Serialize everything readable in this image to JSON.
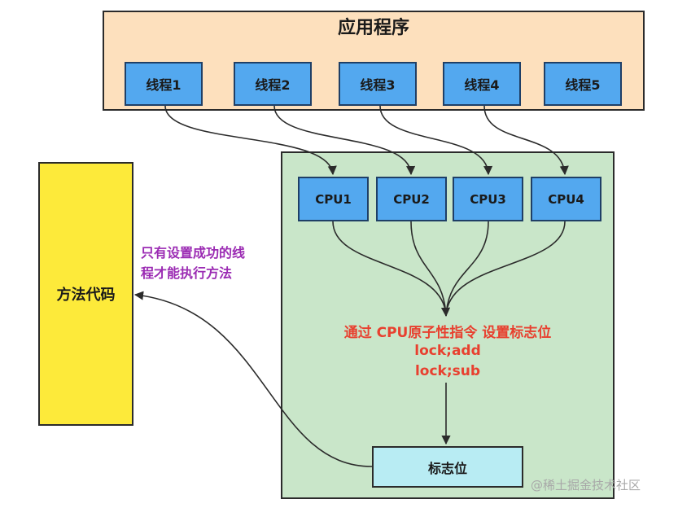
{
  "app": {
    "title": "应用程序"
  },
  "threads": [
    "线程1",
    "线程2",
    "线程3",
    "线程4",
    "线程5"
  ],
  "cpus": [
    "CPU1",
    "CPU2",
    "CPU3",
    "CPU4"
  ],
  "method": {
    "label": "方法代码"
  },
  "note": {
    "line1": "只有设置成功的线",
    "line2": "程才能执行方法"
  },
  "atomic": {
    "line1": "通过 CPU原子性指令 设置标志位",
    "line2": "lock;add",
    "line3": "lock;sub"
  },
  "flag": {
    "label": "标志位"
  },
  "watermark": "@稀土掘金技术社区",
  "colors": {
    "app_bg": "#fde0bd",
    "node_blue": "#53a8ef",
    "cpu_region": "#c9e6c9",
    "method_bg": "#fdea3a",
    "flag_bg": "#b8ecf3",
    "red_text": "#e8402f",
    "purple_text": "#9b2bb3"
  }
}
